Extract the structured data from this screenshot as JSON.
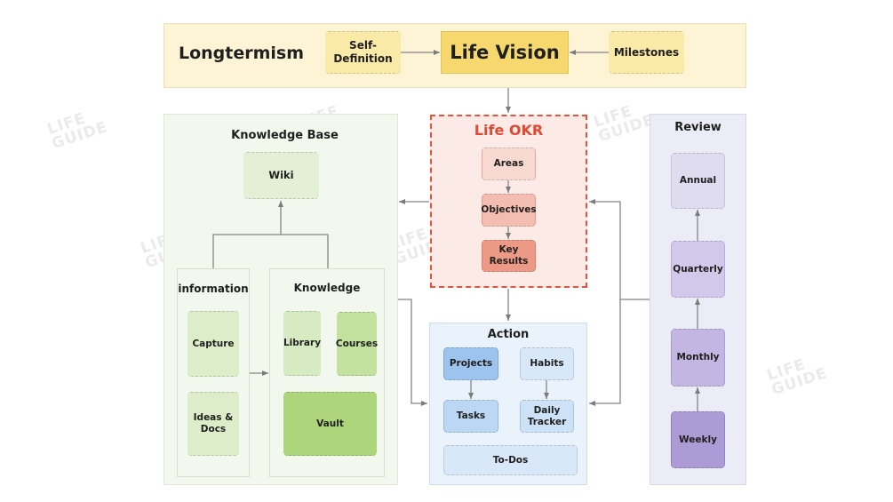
{
  "diagram": {
    "longtermism": {
      "label": "Longtermism",
      "self_definition": "Self-\nDefinition",
      "life_vision": "Life Vision",
      "milestones": "Milestones"
    },
    "knowledge_base": {
      "title": "Knowledge Base",
      "wiki": "Wiki",
      "information": {
        "title": "information",
        "capture": "Capture",
        "ideas_docs": "Ideas &\nDocs"
      },
      "knowledge": {
        "title": "Knowledge",
        "library": "Library",
        "courses": "Courses",
        "vault": "Vault"
      }
    },
    "life_okr": {
      "title": "Life OKR",
      "areas": "Areas",
      "objectives": "Objectives",
      "key_results": "Key Results"
    },
    "action": {
      "title": "Action",
      "projects": "Projects",
      "habits": "Habits",
      "tasks": "Tasks",
      "daily_tracker": "Daily\nTracker",
      "todos": "To-Dos"
    },
    "review": {
      "title": "Review",
      "annual": "Annual",
      "quarterly": "Quarterly",
      "monthly": "Monthly",
      "weekly": "Weekly"
    },
    "watermark": "LIFE\nGUIDE",
    "colors": {
      "longterm_bg": "#fdf4d6",
      "vision": "#f6d86e",
      "kb_bg": "#f3f8ee",
      "okr_border": "#e5533d",
      "okr_title": "#e04a33",
      "action_bg": "#eaf2fb",
      "review_bg": "#ececf7"
    }
  }
}
